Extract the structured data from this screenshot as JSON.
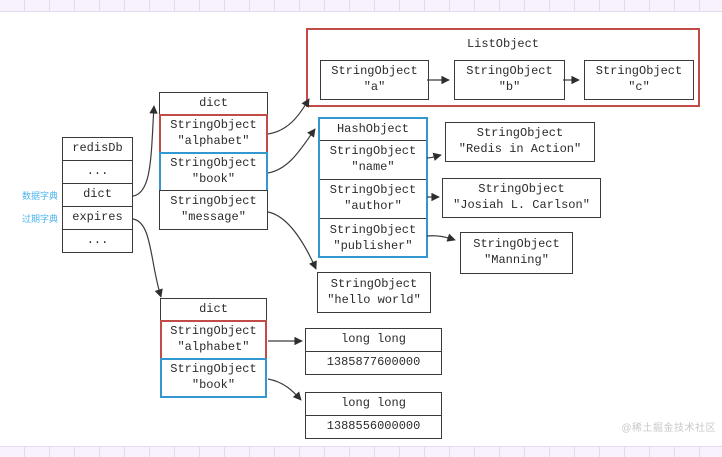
{
  "side_labels": {
    "data_dict": "数据字典",
    "expires_dict": "过期字典"
  },
  "watermark": "@稀土掘金技术社区",
  "colors": {
    "red_accent": "#c14b47",
    "blue_accent": "#3498d0",
    "label_blue": "#4db5f0",
    "border_dark": "#3a3a3a",
    "grid_strip": "#f7f2fc"
  },
  "redisdb": {
    "rows": [
      "redisDb",
      "...",
      "dict",
      "expires",
      "..."
    ]
  },
  "dict_top": {
    "header": "dict",
    "rows": [
      "StringObject\n\"alphabet\"",
      "StringObject\n\"book\"",
      "StringObject\n\"message\""
    ]
  },
  "list_object": {
    "title": "ListObject",
    "items": [
      "StringObject\n\"a\"",
      "StringObject\n\"b\"",
      "StringObject\n\"c\""
    ]
  },
  "hash_object": {
    "header": "HashObject",
    "rows": [
      "StringObject\n\"name\"",
      "StringObject\n\"author\"",
      "StringObject\n\"publisher\""
    ]
  },
  "value_boxes": {
    "redis_in_action": "StringObject\n\"Redis in Action\"",
    "josiah": "StringObject\n\"Josiah L. Carlson\"",
    "manning": "StringObject\n\"Manning\"",
    "hello_world": "StringObject\n\"hello world\""
  },
  "dict_bottom": {
    "header": "dict",
    "rows": [
      "StringObject\n\"alphabet\"",
      "StringObject\n\"book\""
    ]
  },
  "long_values": [
    {
      "header": "long long",
      "value": "1385877600000"
    },
    {
      "header": "long long",
      "value": "1388556000000"
    }
  ]
}
